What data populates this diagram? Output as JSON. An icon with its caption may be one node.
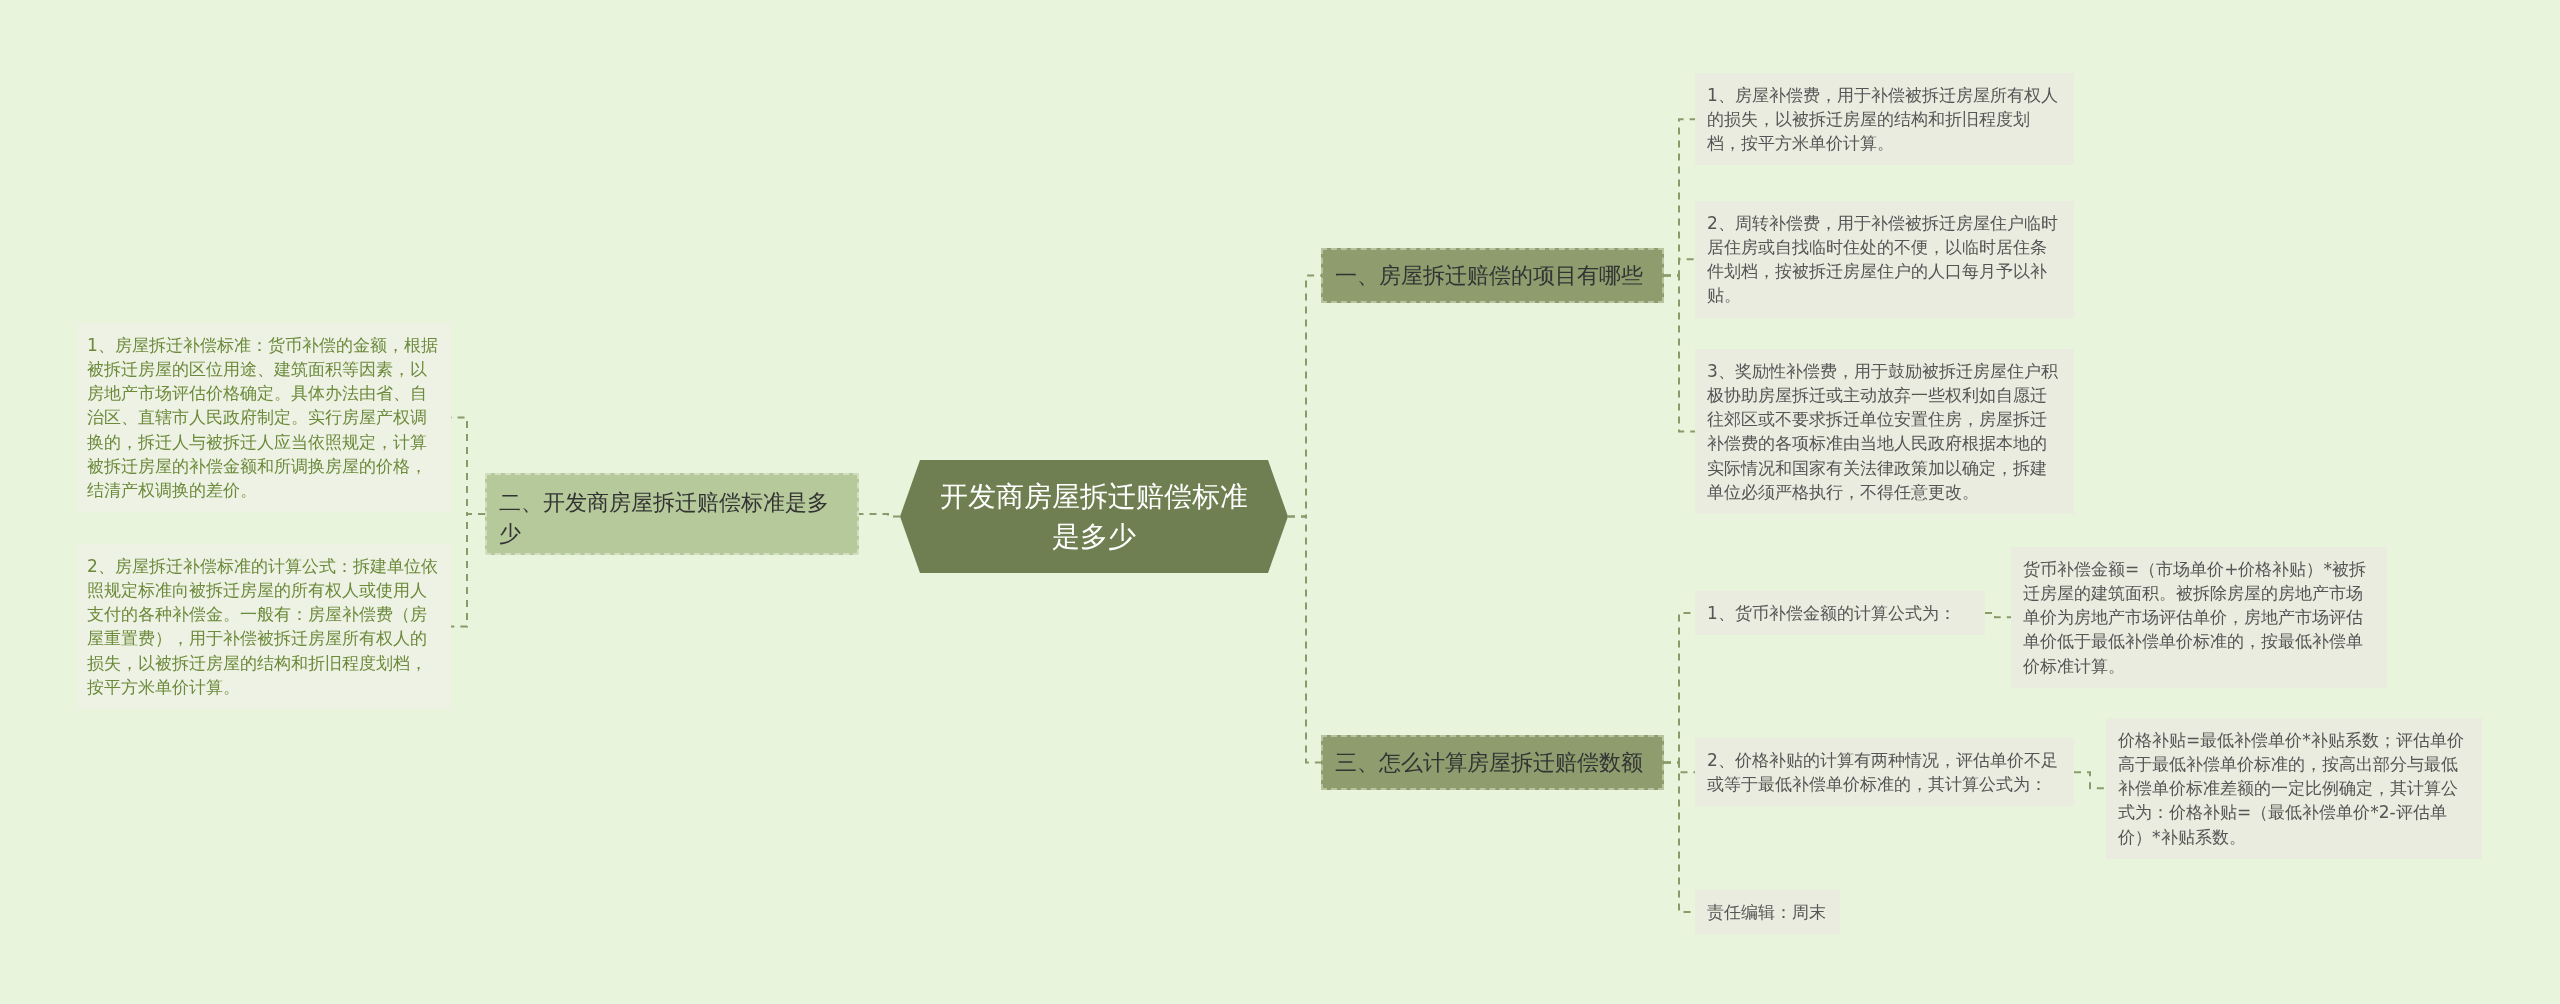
{
  "diagram": {
    "nodes": [
      {
        "text": [
          "开发商房屋拆迁赔偿标准是多少"
        ]
      },
      {
        "text": [
          "一、房屋拆迁赔偿的项目有哪些"
        ]
      },
      {
        "text": [
          "1、房屋补偿费，用于补偿被拆迁房屋所有权人的损失，以被拆迁房屋的结构和折旧程度划档，按平方米单价计算。"
        ]
      },
      {
        "text": [
          "2、周转补偿费，用于补偿被拆迁房屋住户临时居住房或自找临时住处的不便，以临时居住条件划档，按被拆迁房屋住户的人口每月予以补贴。"
        ]
      },
      {
        "text": [
          "3、奖励性补偿费，用于鼓励被拆迁房屋住户积极协助房屋拆迁或主动放弃一些权利如自愿迁往郊区或不要求拆迁单位安置住房，房屋拆迁补偿费的各项标准由当地人民政府根据本地的实际情况和国家有关法律政策加以确定，拆建单位必须严格执行，不得任意更改。"
        ]
      },
      {
        "text": [
          "二、开发商房屋拆迁赔偿标准是多少"
        ]
      },
      {
        "text": [
          "1、房屋拆迁补偿标准：货币补偿的金额，根据被拆迁房屋的区位用途、建筑面积等因素，以房地产市场评估价格确定。具体办法由省、自治区、直辖市人民政府制定。实行房屋产权调换的，拆迁人与被拆迁人应当依照规定，计算被拆迁房屋的补偿金额和所调换房屋的价格，结清产权调换的差价。"
        ]
      },
      {
        "text": [
          "2、房屋拆迁补偿标准的计算公式：拆建单位依照规定标准向被拆迁房屋的所有权人或使用人支付的各种补偿金。一般有：房屋补偿费（房屋重置费），用于补偿被拆迁房屋所有权人的损失，以被拆迁房屋的结构和折旧程度划档，按平方米单价计算。"
        ]
      },
      {
        "text": [
          "三、怎么计算房屋拆迁赔偿数额"
        ]
      },
      {
        "text": [
          "1、货币补偿金额的计算公式为："
        ]
      },
      {
        "text": [
          "货币补偿金额=（市场单价+价格补贴）*被拆迁房屋的建筑面积。被拆除房屋的房地产市场单价为房地产市场评估单价，房地产市场评估单价低于最低补偿单价标准的，按最低补偿单价标准计算。"
        ]
      },
      {
        "text": [
          "2、价格补贴的计算有两种情况，评估单价不足或等于最低补偿单价标准的，其计算公式为："
        ]
      },
      {
        "text": [
          "价格补贴=最低补偿单价*补贴系数；评估单价高于最低补偿单价标准的，按高出部分与最低补偿单价标准差额的一定比例确定，其计算公式为：价格补贴=（最低补偿单价*2-评估单价）*补贴系数。"
        ]
      },
      {
        "text": [
          "责任编辑：周末"
        ]
      }
    ],
    "edges": [
      {
        "from": 0,
        "to": 1,
        "arrow": "none"
      },
      {
        "from": 1,
        "to": 2,
        "arrow": "none"
      },
      {
        "from": 1,
        "to": 3,
        "arrow": "none"
      },
      {
        "from": 1,
        "to": 4,
        "arrow": "none"
      },
      {
        "from": 0,
        "to": 5,
        "arrow": "none"
      },
      {
        "from": 5,
        "to": 6,
        "arrow": "none"
      },
      {
        "from": 5,
        "to": 7,
        "arrow": "none"
      },
      {
        "from": 0,
        "to": 8,
        "arrow": "none"
      },
      {
        "from": 8,
        "to": 9,
        "arrow": "none"
      },
      {
        "from": 9,
        "to": 10,
        "arrow": "none"
      },
      {
        "from": 8,
        "to": 11,
        "arrow": "none"
      },
      {
        "from": 11,
        "to": 12,
        "arrow": "none"
      },
      {
        "from": 8,
        "to": 13,
        "arrow": "none"
      }
    ]
  }
}
